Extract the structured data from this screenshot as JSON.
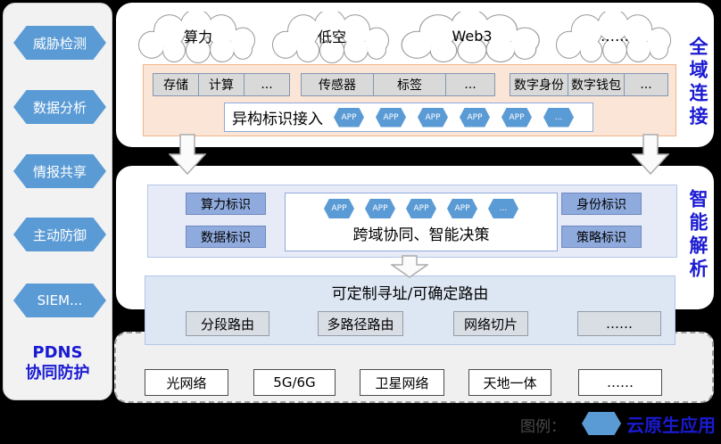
{
  "colors": {
    "accent_blue": "#5B9BD5",
    "tag_blue": "#8FAADC",
    "label_blue": "#1A1AD2",
    "peach_bg": "#FBE5D6",
    "lavender_bg": "#E7EBF8",
    "routing_bg": "#DDE7F4",
    "gray_box": "#D9D9D9"
  },
  "sidebar": {
    "items": [
      {
        "label": "威胁检测"
      },
      {
        "label": "数据分析"
      },
      {
        "label": "情报共享"
      },
      {
        "label": "主动防御"
      },
      {
        "label": "SIEM..."
      }
    ],
    "footer_line1": "PDNS",
    "footer_line2": "协同防护"
  },
  "top_panel": {
    "side_label": "全域连接",
    "clouds": [
      {
        "label": "算力"
      },
      {
        "label": "低空"
      },
      {
        "label": "Web3"
      },
      {
        "label": "……"
      }
    ],
    "device_groups": [
      [
        "存储",
        "计算",
        "..."
      ],
      [
        "传感器",
        "标签",
        "..."
      ],
      [
        "数字身份",
        "数字钱包",
        "..."
      ]
    ],
    "access_bar": {
      "label": "异构标识接入",
      "apps": [
        "APP",
        "APP",
        "APP",
        "APP",
        "APP",
        "..."
      ]
    }
  },
  "middle_panel": {
    "side_label": "智能解析",
    "left_tags": [
      "算力标识",
      "数据标识"
    ],
    "right_tags": [
      "身份标识",
      "策略标识"
    ],
    "decision": {
      "apps": [
        "APP",
        "APP",
        "APP",
        "APP",
        "..."
      ],
      "label": "跨域协同、智能决策"
    }
  },
  "routing_panel": {
    "title": "可定制寻址/可确定路由",
    "items": [
      "分段路由",
      "多路径路由",
      "网络切片",
      "……"
    ]
  },
  "network_panel": {
    "items": [
      "光网络",
      "5G/6G",
      "卫星网络",
      "天地一体",
      "……"
    ]
  },
  "legend": {
    "label": "图例：",
    "item_label": "云原生应用"
  }
}
